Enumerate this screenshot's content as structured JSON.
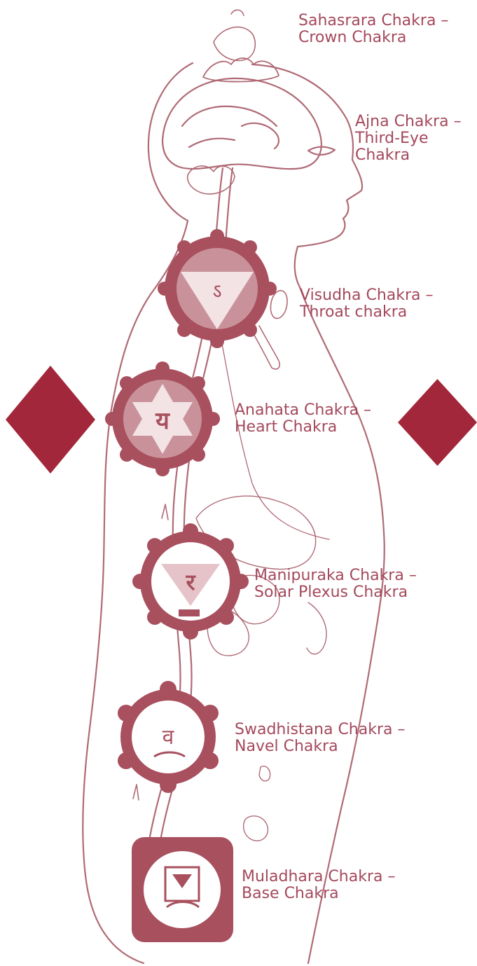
{
  "colors": {
    "accent": "#a3273a",
    "line": "#b06a76",
    "chakra_fill": "#a8505e",
    "text": "#a4485c"
  },
  "labels": {
    "sahasrara": {
      "line1": "Sahasrara Chakra –",
      "line2": "Crown Chakra"
    },
    "ajna": {
      "line1": "Ajna Chakra –",
      "line2": "Third-Eye",
      "line3": "Chakra"
    },
    "visudha": {
      "line1": "Visudha Chakra –",
      "line2": "Throat chakra"
    },
    "anahata": {
      "line1": "Anahata Chakra –",
      "line2": "Heart Chakra"
    },
    "manipuraka": {
      "line1": "Manipuraka Chakra –",
      "line2": "Solar Plexus Chakra"
    },
    "swadhistana": {
      "line1": "Swadhistana Chakra –",
      "line2": "Navel Chakra"
    },
    "muladhara": {
      "line1": "Muladhara Chakra –",
      "line2": "Base Chakra"
    }
  },
  "icons": {
    "left_arrow": "diamond-prev-icon",
    "right_arrow": "diamond-next-icon"
  }
}
